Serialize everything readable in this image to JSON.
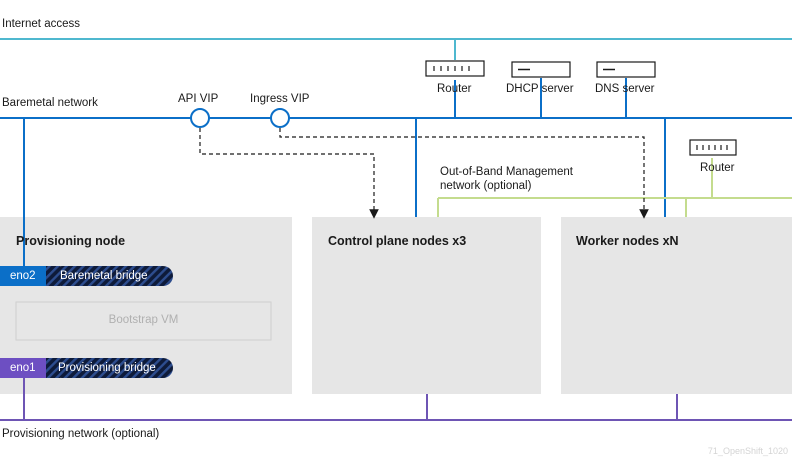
{
  "networks": {
    "internet": "Internet access",
    "baremetal": "Baremetal network",
    "provisioning": "Provisioning network (optional)",
    "oob": "Out-of-Band Management\nnetwork (optional)"
  },
  "vips": {
    "api": "API VIP",
    "ingress": "Ingress VIP"
  },
  "devices": {
    "router_top": "Router",
    "dhcp": "DHCP server",
    "dns": "DNS server",
    "router_oob": "Router"
  },
  "nodes": {
    "provisioning": {
      "title": "Provisioning node",
      "eno2": "eno2",
      "baremetal_bridge": "Baremetal bridge",
      "bootstrap_vm": "Bootstrap VM",
      "eno1": "eno1",
      "provisioning_bridge": "Provisioning bridge"
    },
    "control_plane": "Control plane nodes x3",
    "workers": "Worker nodes xN"
  },
  "watermark": "71_OpenShift_1020",
  "colors": {
    "internet": "#4fb8cf",
    "baremetal": "#0b6fc8",
    "provisioning": "#6e55b4",
    "oob": "#c4dc8e",
    "node_box": "#e6e6e6",
    "eno2": "#0b6fc8",
    "eno1": "#6d4fc2"
  }
}
